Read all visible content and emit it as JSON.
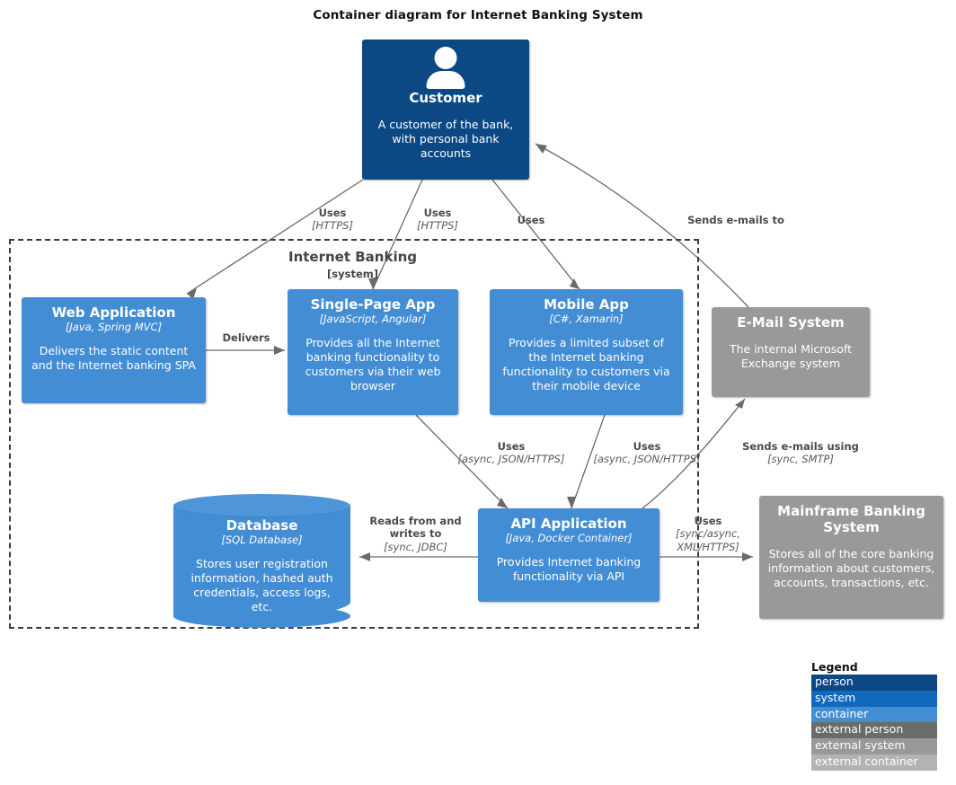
{
  "title": "Container diagram for Internet Banking System",
  "boundary": {
    "name": "Internet Banking",
    "type": "[system]"
  },
  "nodes": {
    "customer": {
      "name": "Customer",
      "tech": "",
      "desc": "A customer of the bank, with personal bank accounts"
    },
    "web_app": {
      "name": "Web Application",
      "tech": "[Java, Spring MVC]",
      "desc": "Delivers the static content and the Internet banking SPA"
    },
    "spa": {
      "name": "Single-Page App",
      "tech": "[JavaScript, Angular]",
      "desc": "Provides all the Internet banking functionality to customers via their web browser"
    },
    "mobile": {
      "name": "Mobile App",
      "tech": "[C#, Xamarin]",
      "desc": "Provides a limited subset of the Internet banking functionality to customers via their mobile device"
    },
    "email": {
      "name": "E-Mail System",
      "tech": "",
      "desc": "The internal Microsoft Exchange system"
    },
    "database": {
      "name": "Database",
      "tech": "[SQL Database]",
      "desc": "Stores user registration information, hashed auth credentials, access logs, etc."
    },
    "api": {
      "name": "API Application",
      "tech": "[Java, Docker Container]",
      "desc": "Provides Internet banking functionality via API"
    },
    "mainframe": {
      "name": "Mainframe Banking System",
      "tech": "",
      "desc": "Stores all of the core banking information about customers, accounts, transactions, etc."
    }
  },
  "edges": [
    {
      "id": "customer-web",
      "text": "Uses",
      "tech": "[HTTPS]"
    },
    {
      "id": "customer-spa",
      "text": "Uses",
      "tech": "[HTTPS]"
    },
    {
      "id": "customer-mobile",
      "text": "Uses",
      "tech": ""
    },
    {
      "id": "email-customer",
      "text": "Sends e-mails to",
      "tech": ""
    },
    {
      "id": "web-spa",
      "text": "Delivers",
      "tech": ""
    },
    {
      "id": "spa-api",
      "text": "Uses",
      "tech": "[async, JSON/HTTPS]"
    },
    {
      "id": "mobile-api",
      "text": "Uses",
      "tech": "[async, JSON/HTTPS]"
    },
    {
      "id": "api-email",
      "text": "Sends e-mails using",
      "tech": "[sync, SMTP]"
    },
    {
      "id": "api-database",
      "text": "Reads from and writes to",
      "tech": "[sync, JDBC]"
    },
    {
      "id": "api-mainframe",
      "text": "Uses",
      "tech": "[sync/async, XML/HTTPS]"
    }
  ],
  "legend": {
    "title": "Legend",
    "items": [
      {
        "label": "person",
        "color": "#0b4884"
      },
      {
        "label": "system",
        "color": "#1168bd"
      },
      {
        "label": "container",
        "color": "#438dd5"
      },
      {
        "label": "external person",
        "color": "#6b6b6b"
      },
      {
        "label": "external system",
        "color": "#999999"
      },
      {
        "label": "external container",
        "color": "#b3b3b3"
      }
    ]
  }
}
